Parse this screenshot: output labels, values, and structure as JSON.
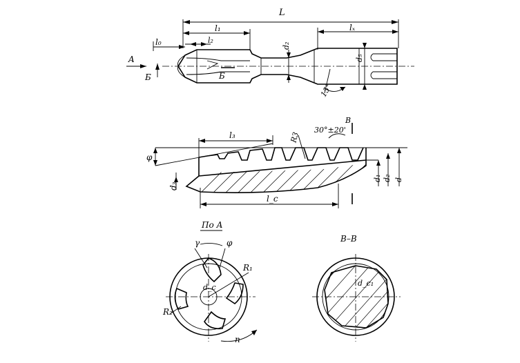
{
  "labels": {
    "L": "L",
    "l1": "l₁",
    "lx": "lₓ",
    "l0": "l₀",
    "l2_top": "l₂",
    "d2": "d₂",
    "d5": "d₅",
    "A": "A",
    "B_cyr": "Б",
    "B_cyr_mid": "Б",
    "angle15": "15°",
    "l3": "l₃",
    "R3": "R3",
    "angle_tol": "30°±20'",
    "V": "В",
    "phi": "φ",
    "d3": "d₃",
    "d1": "d₁",
    "d2b": "d₂",
    "d": "d",
    "lc": "l_c",
    "viewA": "По А",
    "gamma": "γ",
    "phi2": "φ",
    "R1": "R₁",
    "dc": "d_c",
    "R2": "R₂",
    "n": "n",
    "sectionVV": "В–В",
    "dc1": "d_c₁"
  }
}
